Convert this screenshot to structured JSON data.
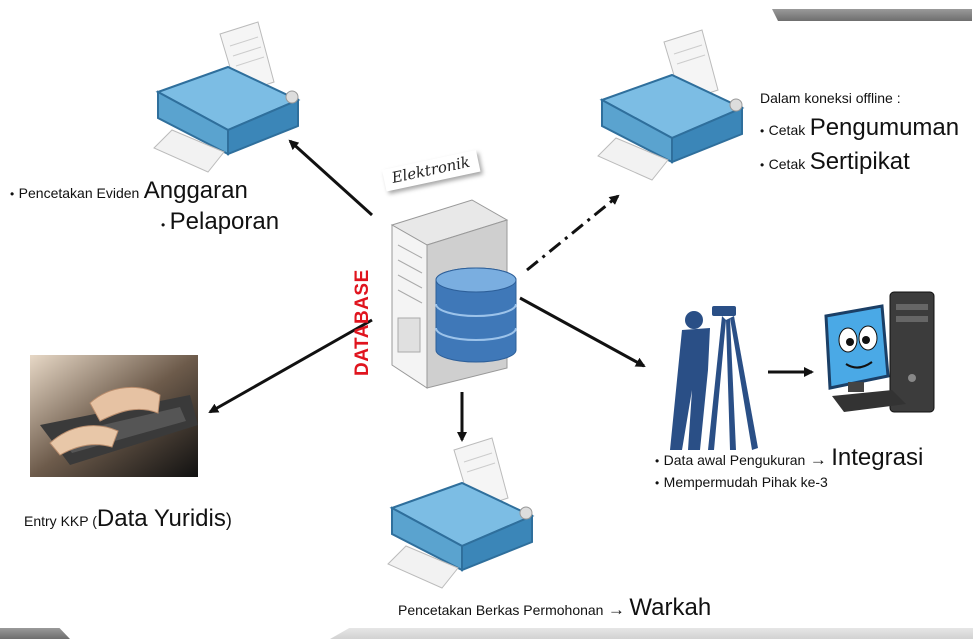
{
  "center": {
    "tag": "Elektronik",
    "database_label": "DATABASE"
  },
  "nodes": {
    "top_left": {
      "line1_small": "Pencetakan Eviden",
      "line1_big": "Anggaran",
      "line2_big": "Pelaporan"
    },
    "top_right": {
      "heading": "Dalam koneksi offline :",
      "item1_small": "Cetak",
      "item1_big": "Pengumuman",
      "item2_small": "Cetak",
      "item2_big": "Sertipikat"
    },
    "left": {
      "small": "Entry KKP (",
      "big": "Data Yuridis",
      "close": ")"
    },
    "right": {
      "line1_small": "Data awal Pengukuran",
      "line1_arrow": "→",
      "line1_big": "Integrasi",
      "line2_small": "Mempermudah Pihak ke-3"
    },
    "bottom": {
      "small": "Pencetakan Berkas Permohonan",
      "arrow": "→",
      "big": "Warkah"
    }
  },
  "icons": [
    "printer-icon",
    "laptop-typing-icon",
    "surveyor-icon",
    "computer-mascot-icon",
    "database-server-icon"
  ],
  "colors": {
    "printer_body": "#5aa3cf",
    "printer_dark": "#2f6f9c",
    "db_cylinder": "#3f78b8",
    "db_label": "#e0141e",
    "surveyor": "#2a4f86"
  }
}
